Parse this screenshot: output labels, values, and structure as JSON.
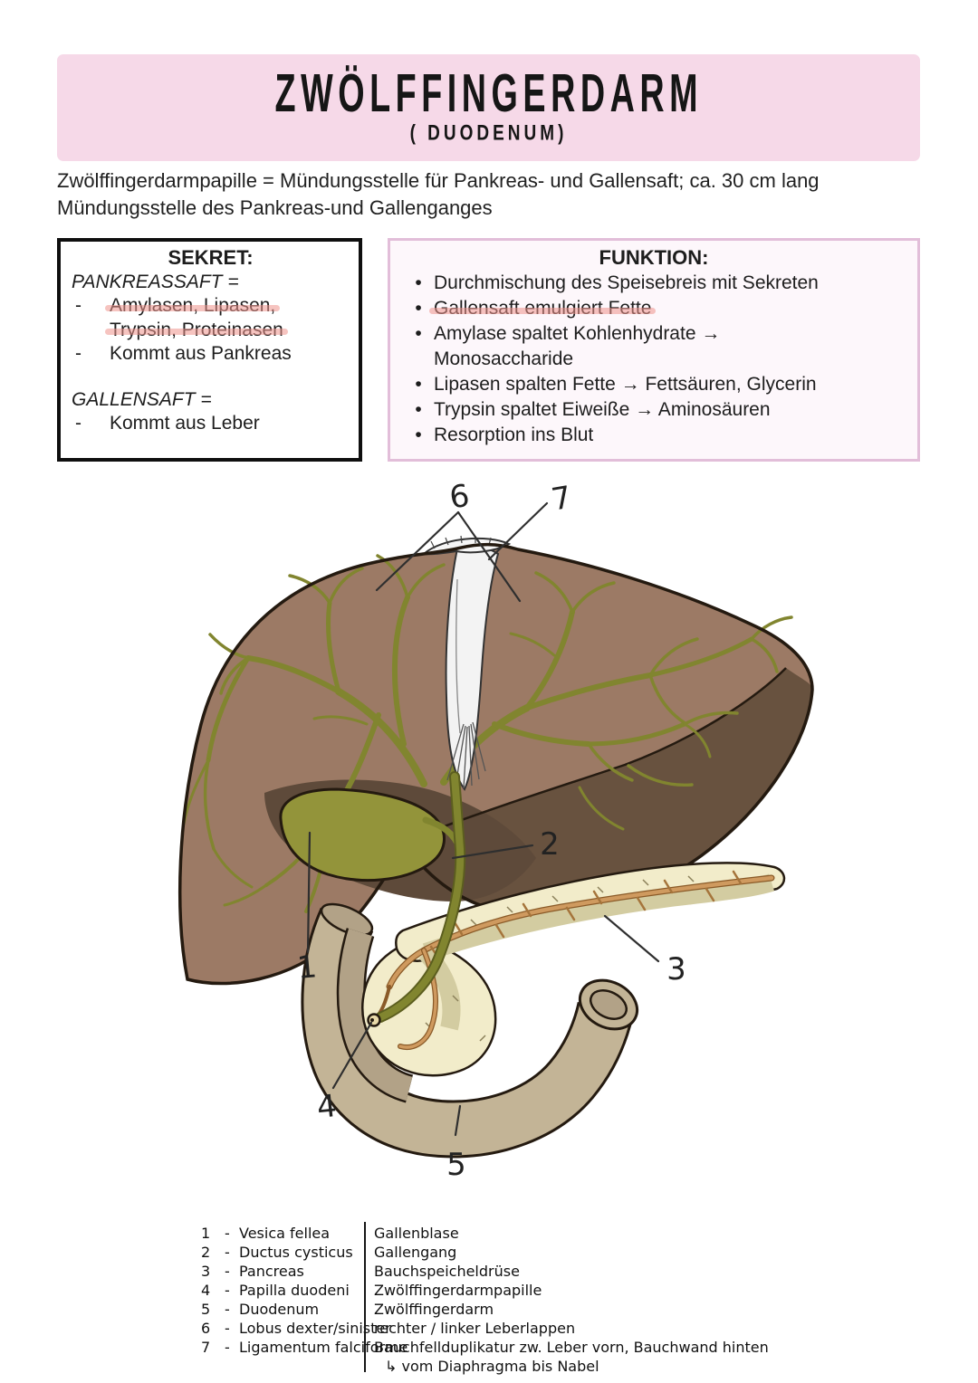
{
  "colors": {
    "banner_pink": "#f6d9e8",
    "funktion_border_pink": "#e2bed9",
    "funktion_bg_pink": "#fdf7fb",
    "strike_highlight_pink": "#ee948c",
    "liver_brown": "#9c7a65",
    "liver_underside_brown": "#68523f",
    "bile_duct_green": "#81852f",
    "gallbladder_green": "#93943a",
    "pancreas_cream": "#f2ecca",
    "pancreatic_duct_orange": "#cf9a5f",
    "duodenum_tan": "#c3b496"
  },
  "header": {
    "title": "ZWÖLFFINGERDARM",
    "subtitle": "( DUODENUM)"
  },
  "intro": {
    "line1": "Zwölffingerdarmpapille = Mündungsstelle für Pankreas- und Gallensaft; ca. 30 cm lang",
    "line2": "Mündungsstelle des Pankreas-und Gallenganges"
  },
  "sekret": {
    "title": "SEKRET:",
    "saft1_label": "PANKREASSAFT =",
    "saft1_item1_line1": "Amylasen, Lipasen,",
    "saft1_item1_line2": "Trypsin, Proteinasen",
    "saft1_item1_struck": true,
    "saft1_item2": "Kommt aus Pankreas",
    "saft2_label": "GALLENSAFT =",
    "saft2_item1": "Kommt aus Leber"
  },
  "funktion": {
    "title": "FUNKTION:",
    "items": [
      {
        "text": "Durchmischung des Speisebreis mit Sekreten",
        "struck": false
      },
      {
        "text": "Gallensaft emulgiert Fette",
        "struck": true
      },
      {
        "text": "Amylase spaltet Kohlenhydrate →\nMonosaccharide",
        "struck": false
      },
      {
        "text": "Lipasen spalten Fette →  Fettsäuren, Glycerin",
        "struck": false
      },
      {
        "text": "Trypsin spaltet Eiweiße → Aminosäuren",
        "struck": false
      },
      {
        "text": "Resorption ins Blut",
        "struck": false
      }
    ]
  },
  "figure": {
    "labels": [
      "1",
      "2",
      "3",
      "4",
      "5",
      "6",
      "7"
    ]
  },
  "legend": {
    "rows": [
      {
        "num": "1",
        "latin": "Vesica fellea",
        "german": "Gallenblase"
      },
      {
        "num": "2",
        "latin": "Ductus cysticus",
        "german": "Gallengang"
      },
      {
        "num": "3",
        "latin": "Pancreas",
        "german": "Bauchspeicheldrüse"
      },
      {
        "num": "4",
        "latin": "Papilla duodeni",
        "german": "Zwölffingerdarmpapille"
      },
      {
        "num": "5",
        "latin": "Duodenum",
        "german": "Zwölffingerdarm"
      },
      {
        "num": "6",
        "latin": "Lobus dexter/sinister",
        "german": "rechter / linker Leberlappen"
      },
      {
        "num": "7",
        "latin": "Ligamentum falciforme",
        "german": "Bauchfellduplikatur zw. Leber vorn, Bauchwand hinten",
        "german2": "↳ vom Diaphragma bis Nabel"
      }
    ]
  }
}
